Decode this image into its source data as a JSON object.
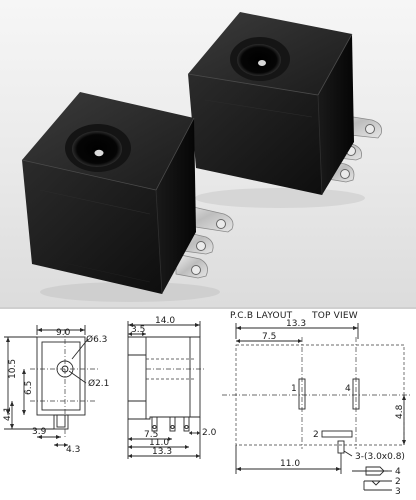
{
  "dimensions": {
    "d_9_0": "9.0",
    "d_6_3": "Ø6.3",
    "d_14_0": "14.0",
    "d_3_5": "3.5",
    "d_13_3_top": "13.3",
    "d_10_5": "10.5",
    "d_6_5": "6.5",
    "d_4_1": "4.1",
    "d_2_1": "Ø2.1",
    "d_3_9": "3.9",
    "d_4_3": "4.3",
    "d_7_5_side": "7.5",
    "d_2_0": "2.0",
    "d_11_0_side": "11.0",
    "d_13_3_side": "13.3",
    "d_7_5_top": "7.5",
    "d_4_8": "4.8",
    "d_11_0_pcb": "11.0",
    "hole_spec": "3-(3.0x0.8)"
  },
  "layout_title": "P.C.B LAYOUT",
  "view_title": "TOP VIEW",
  "pin_labels": {
    "p1": "1",
    "p2": "2",
    "p3": "3",
    "p4": "4",
    "schem_4": "4",
    "schem_2": "2",
    "schem_3": "3"
  }
}
